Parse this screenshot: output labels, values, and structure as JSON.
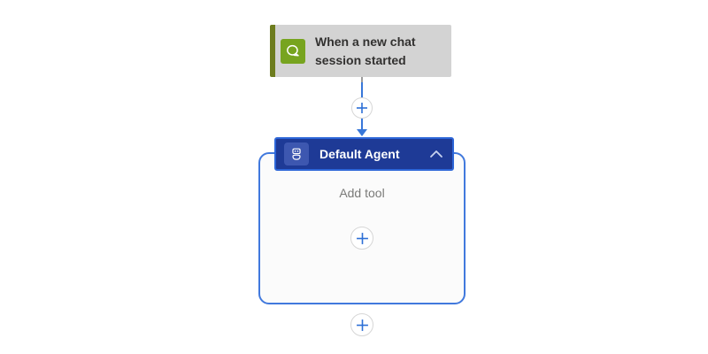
{
  "canvas": {
    "background": "#ffffff"
  },
  "trigger": {
    "title": "When a new chat session started",
    "title_line1": "When a new chat",
    "title_line2": "session started",
    "icon": "chat-bubble-icon",
    "colors": {
      "card_bg": "#d3d3d3",
      "accent_bar": "#6d7c1e",
      "icon_bg": "#77a41f",
      "text": "#323130"
    }
  },
  "connector": {
    "insert_icon": "plus-icon",
    "line_color": "#3877d9",
    "stub_color": "#9a9a9a"
  },
  "agent": {
    "header_label": "Default Agent",
    "icon": "bot-icon",
    "collapse_icon": "chevron-up-icon",
    "colors": {
      "header_bg": "#1e3a96",
      "header_border": "#2d66d8",
      "icon_tile_bg": "#3d57b0",
      "container_border": "#4179dd",
      "container_bg": "#fbfbfb"
    },
    "body": {
      "add_tool_label": "Add tool",
      "add_tool_icon": "plus-icon"
    }
  },
  "bottom_insert": {
    "icon": "plus-icon"
  },
  "plus_color": "#2d6fd6"
}
